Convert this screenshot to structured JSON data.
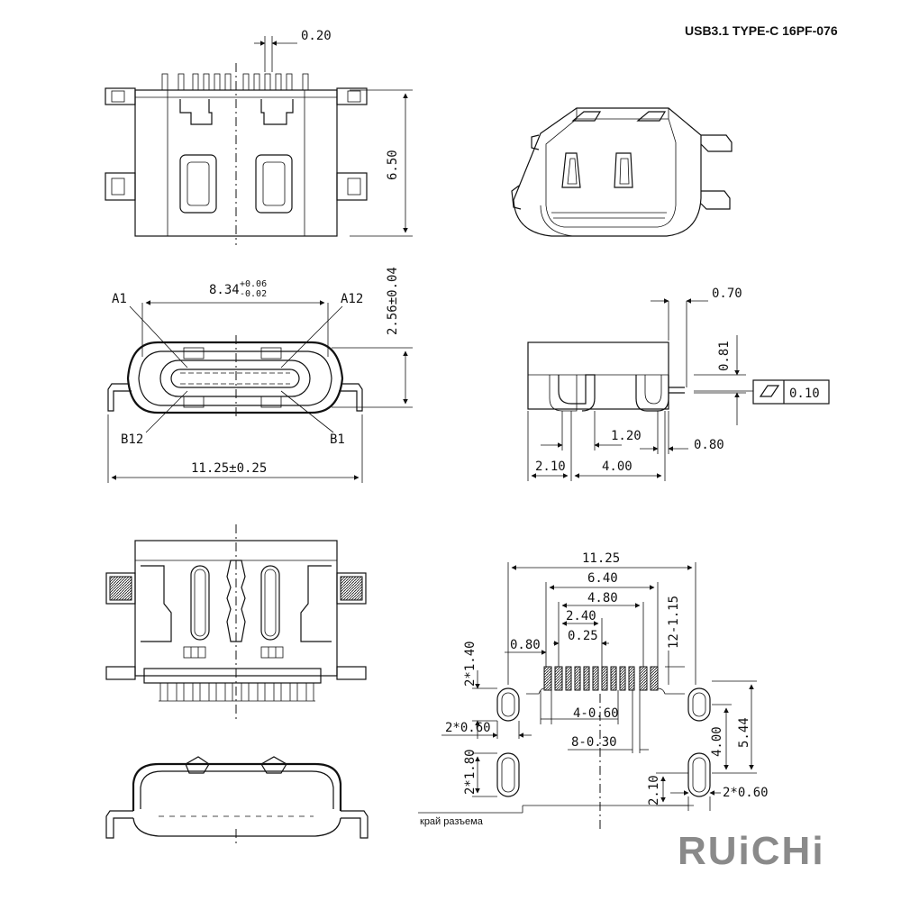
{
  "title": "USB3.1  TYPE-C  16PF-076",
  "brand": "RUiCHi",
  "note": "край разъема",
  "dims": {
    "pin_width": "0.20",
    "height": "6.50",
    "opening_width": "8.34",
    "opening_tol_upper": "+0.06",
    "opening_tol_lower": "-0.02",
    "opening_height": "2.56±0.04",
    "overall_width": "11.25±0.25",
    "side_a": "0.70",
    "side_b": "0.81",
    "flatness": "0.10",
    "side_c": "1.20",
    "side_d": "0.80",
    "side_e": "2.10",
    "side_f": "4.00"
  },
  "pin_labels": {
    "a1": "A1",
    "a12": "A12",
    "b12": "B12",
    "b1": "B1"
  },
  "footprint": {
    "width": "11.25",
    "w_640": "6.40",
    "w_480": "4.80",
    "w_240": "2.40",
    "w_025": "0.25",
    "w_080": "0.80",
    "pitch_note": "12-1.15",
    "slot_top": "2*1.40",
    "slot_gap": "2*0.60",
    "slot_bottom": "2*1.80",
    "pad_4": "4-0.60",
    "pad_8": "8-0.30",
    "v_400": "4.00",
    "v_544": "5.44",
    "v_210": "2.10",
    "slot_right": "2*0.60"
  }
}
